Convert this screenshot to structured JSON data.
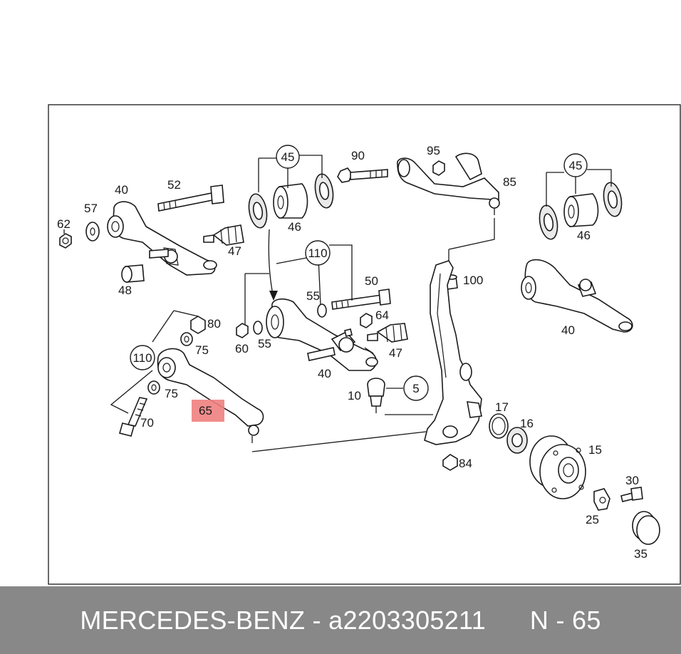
{
  "footer": {
    "brand": "MERCEDES-BENZ",
    "sep1": " - ",
    "part_number": "a2203305211",
    "gap": "      ",
    "position": "N - 65"
  },
  "highlight": {
    "label": "65",
    "color": "#f08080"
  },
  "callouts": {
    "c62": "62",
    "c57": "57",
    "c40a": "40",
    "c52": "52",
    "c48": "48",
    "c47a": "47",
    "c45a": "45",
    "c46a": "46",
    "c90": "90",
    "c95": "95",
    "c85": "85",
    "c45b": "45",
    "c46b": "46",
    "c110a": "110",
    "c55a": "55",
    "c50": "50",
    "c100": "100",
    "c64": "64",
    "c60": "60",
    "c55b": "55",
    "c47b": "47",
    "c40b": "40",
    "c40c": "40",
    "c80": "80",
    "c75a": "75",
    "c110b": "110",
    "c75b": "75",
    "c70": "70",
    "c10": "10",
    "c5": "5",
    "c17": "17",
    "c16": "16",
    "c15": "15",
    "c84": "84",
    "c30": "30",
    "c25": "25",
    "c35": "35"
  }
}
